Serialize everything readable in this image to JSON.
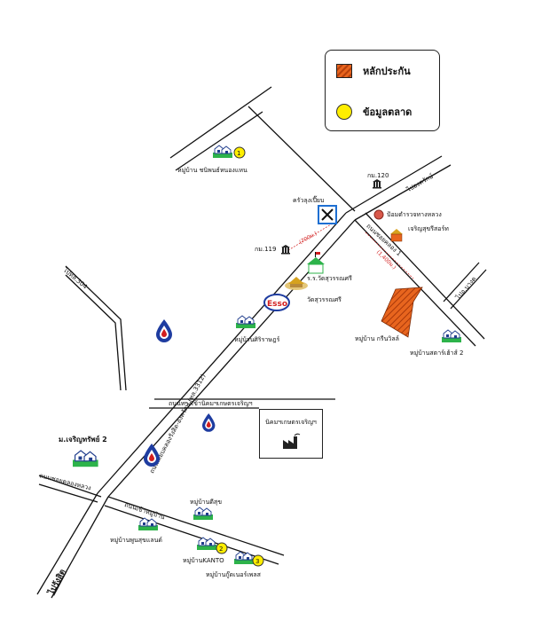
{
  "legend": {
    "hatch_label": "หลักประกัน",
    "dot_label": "ข้อมูลตลาด"
  },
  "colors": {
    "road": "#111111",
    "property": "#e8651e",
    "market_dot": "#ffee00",
    "distance": "#d21e1e"
  },
  "roads": {
    "main_road": "ถนนเลียบคลองรังสิต-องครักษ์ (ทล.3312)",
    "to_onkharak": "ไปองครักษ์",
    "to_rangsit": "ไปรังสิต",
    "side_road_top_right": "ไปอ.บางต",
    "road_304": "ไปทล.304",
    "soi_left": "ถนนซอยคลองหลวง",
    "soi_1": "ถนนซอยคลอง 1",
    "factory_road": "ถนนทางเข้านิคมฯเกษตรเจริญฯ",
    "village_road": "ถนนเข้าหมู่บ้าน"
  },
  "landmarks": {
    "km120": "กม.120",
    "km119": "กม.119",
    "krua": "ครัวลุงเปี๊ยบ",
    "temple_gate": "ป้อมตำรวจทางหลวง",
    "shop": "เจริญสุขรีสอร์ท",
    "school": "ร.ร.วัดสุวรรณศรี",
    "temple": "วัดสุวรรณศรี",
    "esso": "Esso",
    "factory": "นิคมฯเกษตรเจริญฯ"
  },
  "distances": {
    "d1": "(700ม.)",
    "d2": "(1,400ม.)"
  },
  "villages": {
    "v1": "หมู่บ้าน ชนิพนธ์หนองแหน",
    "v_siriraj": "หมู่บ้านศิริราษฎร์",
    "v_green": "หมู่บ้าน กรีนวิลล์",
    "v_star": "หมู่บ้านสตาร์เฮ้าส์ 2",
    "v_mongchai": "ม.เจริญทรัพย์ 2",
    "v_deesuk": "หมู่บ้านดีสุข",
    "v_sukland": "หมู่บ้านพูนสุขแลนด์",
    "v_kanto": "หมู่บ้านKANTO",
    "v_palace": "หมู่บ้านกู๊ดเนอร์เพลส"
  },
  "market_points": [
    "1",
    "2",
    "3"
  ]
}
